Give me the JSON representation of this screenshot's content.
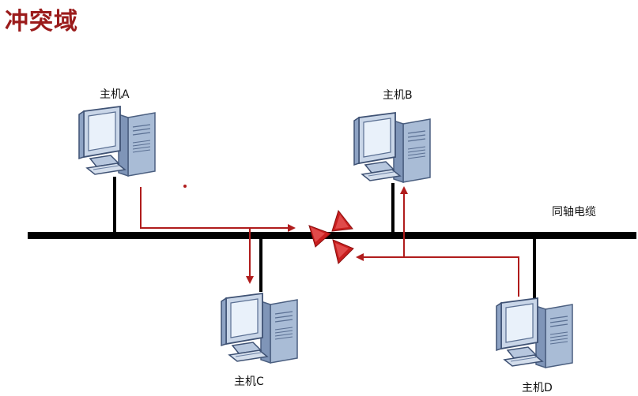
{
  "title": "冲突域",
  "cable_label": "同轴电缆",
  "hosts": [
    {
      "id": "A",
      "label": "主机A"
    },
    {
      "id": "B",
      "label": "主机B"
    },
    {
      "id": "C",
      "label": "主机C"
    },
    {
      "id": "D",
      "label": "主机D"
    }
  ],
  "colors": {
    "title": "#9b1b1b",
    "arrow": "#b01c1c",
    "cable": "#000000",
    "computer_body": "#c9d6e8",
    "computer_shade": "#8ea3c4",
    "screen": "#dfe9f5"
  },
  "icons": [
    "computer-icon",
    "collision-icon"
  ]
}
